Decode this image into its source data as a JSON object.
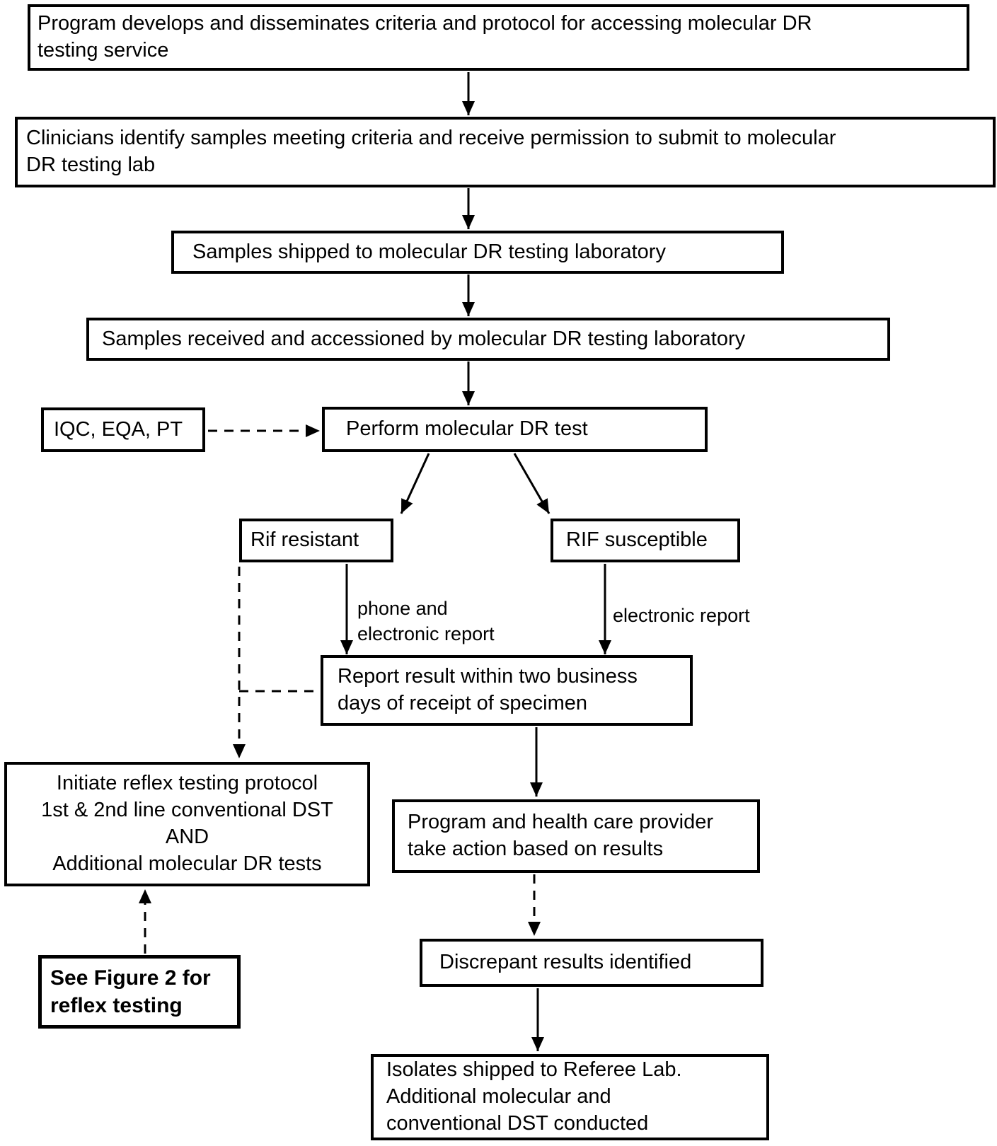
{
  "figure": {
    "background": "#ffffff",
    "line_color": "#000000",
    "box_fill": "#ffffff",
    "boxes": {
      "program": "Program develops and disseminates criteria and protocol for accessing molecular DR\ntesting service",
      "clinicians": "Clinicians identify samples meeting criteria and receive permission to submit to molecular\nDR testing lab",
      "shipped": "Samples shipped to molecular DR testing laboratory",
      "received": "Samples received and accessioned by molecular DR testing laboratory",
      "iqc": "IQC, EQA, PT",
      "perform": "Perform molecular DR test",
      "rif_resistant": "Rif resistant",
      "rif_susceptible": "RIF susceptible",
      "report": "Report result within two business\ndays of receipt of specimen",
      "initiate": "Initiate reflex testing protocol\n1st & 2nd line conventional DST\nAND\nAdditional molecular DR tests",
      "action": "Program and health care provider\ntake action based on results",
      "see_figure": "See Figure 2 for\nreflex testing",
      "discrepant": "Discrepant results identified",
      "isolates": "Isolates shipped to Referee Lab.\nAdditional molecular and\nconventional DST conducted"
    },
    "edge_labels": {
      "phone_electronic": "phone and\nelectronic report",
      "electronic": "electronic report"
    }
  }
}
